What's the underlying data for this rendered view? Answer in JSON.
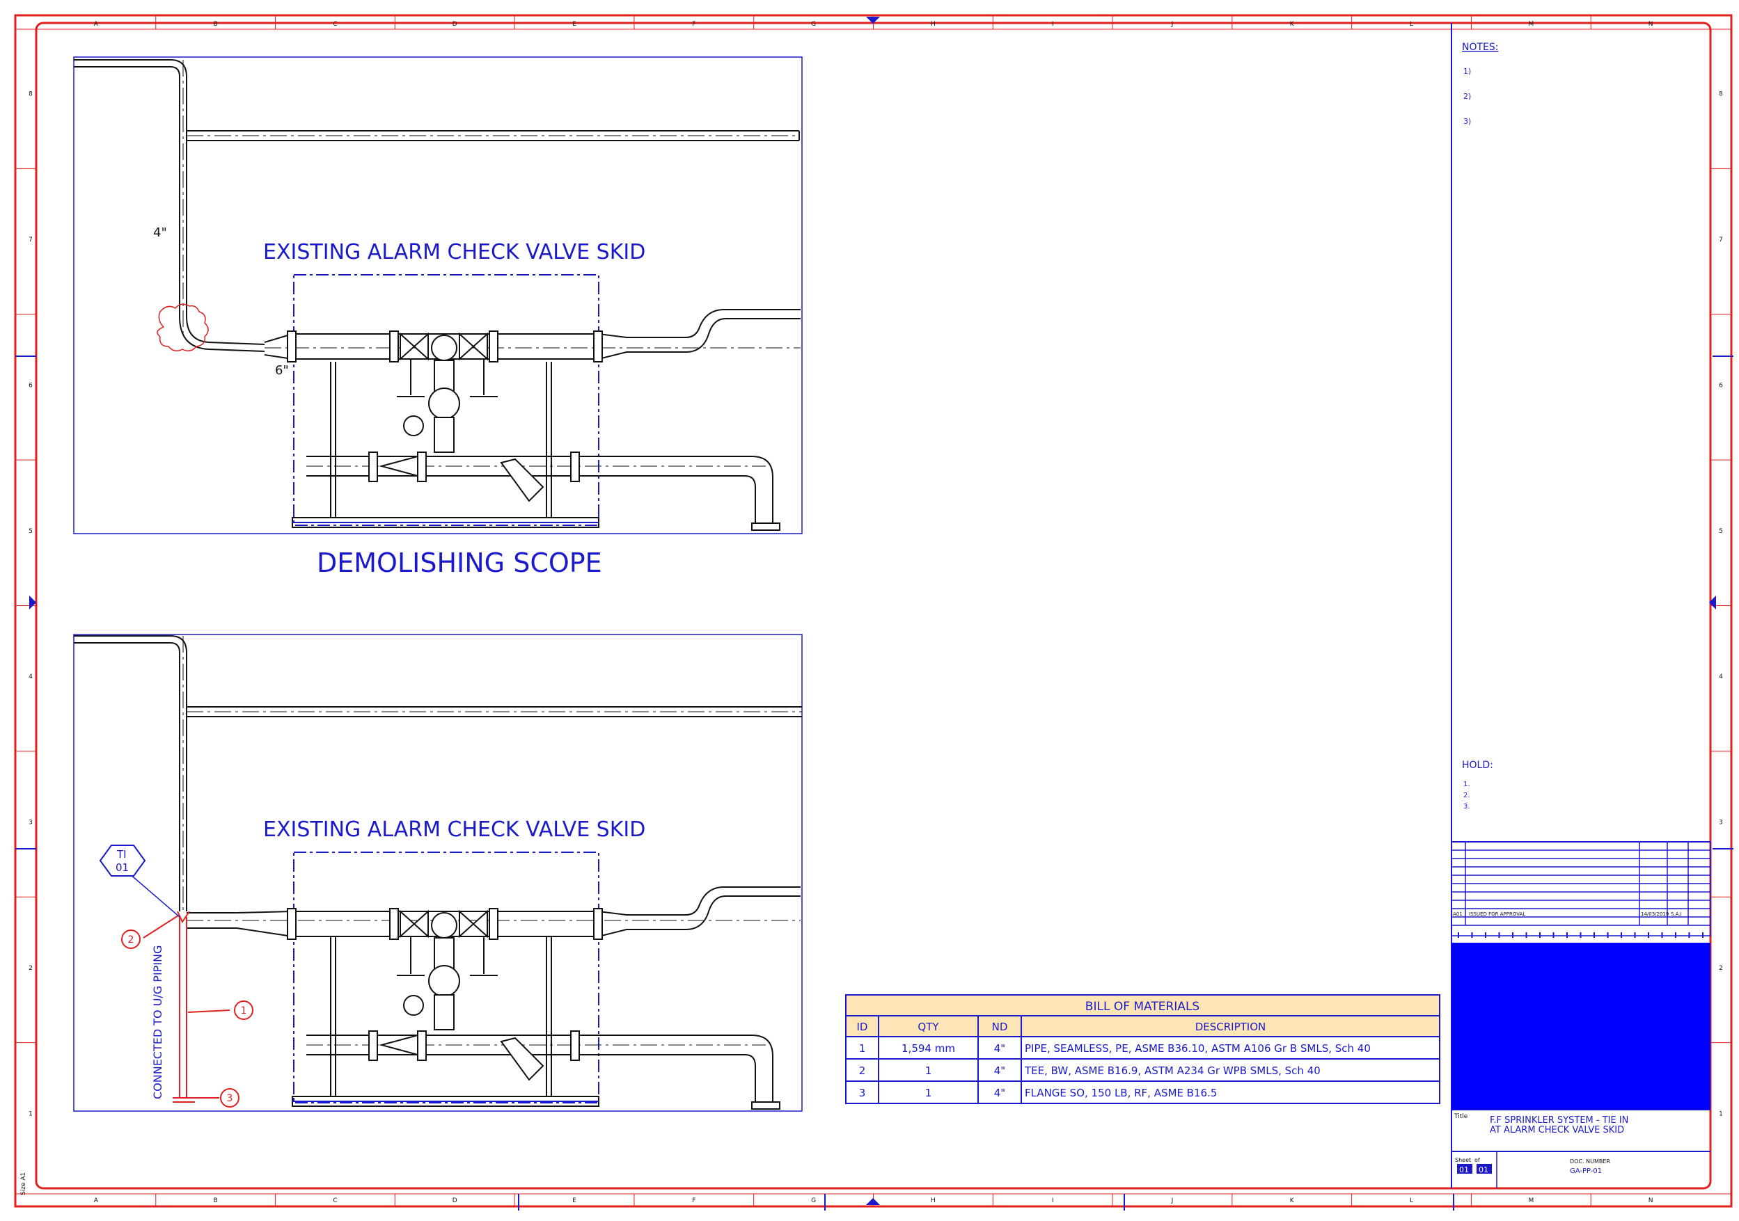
{
  "sheet": {
    "zone_letters": [
      "A",
      "B",
      "C",
      "D",
      "E",
      "F",
      "G",
      "H",
      "I",
      "J",
      "K",
      "L",
      "M",
      "N"
    ],
    "zone_numbers": [
      "8",
      "7",
      "6",
      "5",
      "4",
      "3",
      "2",
      "1"
    ],
    "size_label": "Size A1"
  },
  "view_top": {
    "skid_title": "EXISTING ALARM CHECK VALVE SKID",
    "caption": "DEMOLISHING SCOPE",
    "size_label_1": "4\"",
    "size_label_2": "6\""
  },
  "view_bottom": {
    "skid_title": "EXISTING ALARM CHECK VALVE SKID",
    "vertical_note": "CONNECTED TO U/G PIPING",
    "tag_top": "TI",
    "tag_bottom": "01",
    "balloons": [
      "2",
      "1",
      "3"
    ]
  },
  "bom": {
    "title": "BILL OF MATERIALS",
    "headers": [
      "ID",
      "QTY",
      "ND",
      "DESCRIPTION"
    ],
    "rows": [
      [
        "1",
        "1,594 mm",
        "4\"",
        "PIPE, SEAMLESS, PE, ASME B36.10, ASTM A106 Gr B SMLS, Sch 40"
      ],
      [
        "2",
        "1",
        "4\"",
        "TEE, BW, ASME B16.9, ASTM A234 Gr WPB SMLS, Sch 40"
      ],
      [
        "3",
        "1",
        "4\"",
        "FLANGE SO, 150 LB, RF, ASME B16.5"
      ]
    ]
  },
  "notes": {
    "heading": "NOTES:",
    "items": [
      "1)",
      "2)",
      "3)"
    ]
  },
  "hold": {
    "heading": "HOLD:",
    "items": [
      "1.",
      "2.",
      "3."
    ]
  },
  "revision": {
    "rev": "A01",
    "description": "ISSUED FOR APPROVAL",
    "date": "14/03/2019",
    "by": "S.A.I"
  },
  "title_block": {
    "title_label": "Title",
    "title_line1": "F.F SPRINKLER SYSTEM - TIE IN",
    "title_line2": "AT ALARM CHECK VALVE SKID",
    "sheet_label": "Sheet",
    "of_label": "of",
    "sheet_no": "01",
    "sheet_total": "01",
    "doc_label": "DOC. NUMBER",
    "doc_number": "GA-PP-01"
  },
  "colors": {
    "frame": "#e0201f",
    "drawing": "#1a1acc",
    "pipe": "#111111",
    "bom_header": "#fde5b5",
    "title_fill": "#0000ff"
  }
}
